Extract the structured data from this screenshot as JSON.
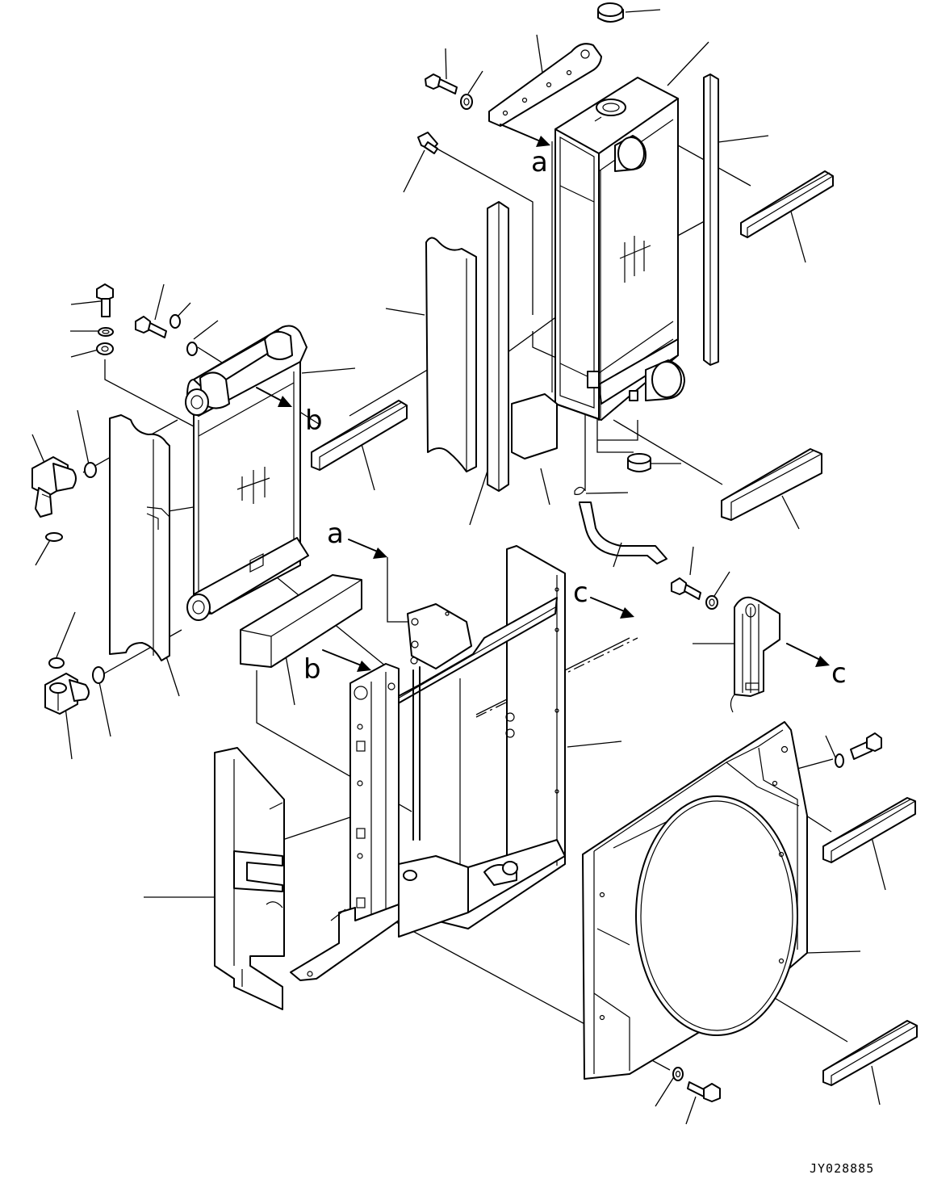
{
  "references": {
    "a_top": "a",
    "b_top": "b",
    "a_frame": "a",
    "b_frame": "b",
    "c_frame": "c",
    "c_right": "c"
  },
  "drawing_code": "JY028885",
  "colors": {
    "line": "#000000",
    "background": "#ffffff"
  }
}
